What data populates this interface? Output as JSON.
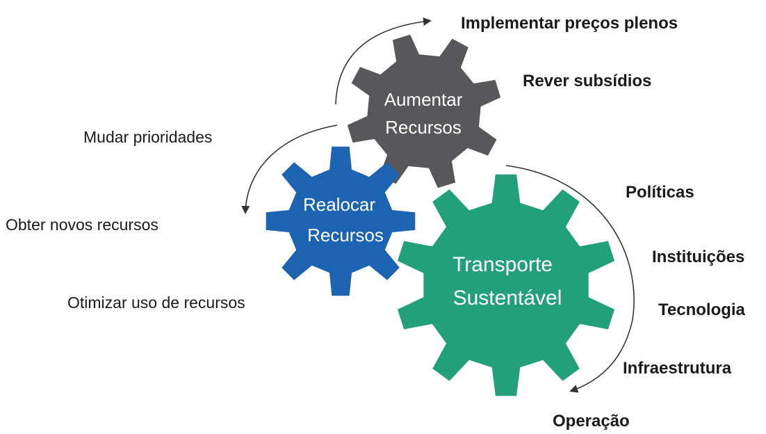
{
  "gears": {
    "aumentar": {
      "line1": "Aumentar",
      "line2": "Recursos",
      "color": "#58585a"
    },
    "realocar": {
      "line1": "Realocar",
      "line2": "Recursos",
      "color": "#1c64b2"
    },
    "transporte": {
      "line1": "Transporte",
      "line2": "Sustentável",
      "color": "#22a07a"
    }
  },
  "left_labels": {
    "mudar": "Mudar prioridades",
    "obter": "Obter novos recursos",
    "otimizar": "Otimizar uso de recursos"
  },
  "top_labels": {
    "implementar": "Implementar preços plenos",
    "rever": "Rever subsídios"
  },
  "right_labels": {
    "politicas": "Políticas",
    "instituicoes": "Instituições",
    "tecnologia": "Tecnologia",
    "infraestrutura": "Infraestrutura",
    "operacao": "Operação"
  },
  "arrow_color": "#333333"
}
